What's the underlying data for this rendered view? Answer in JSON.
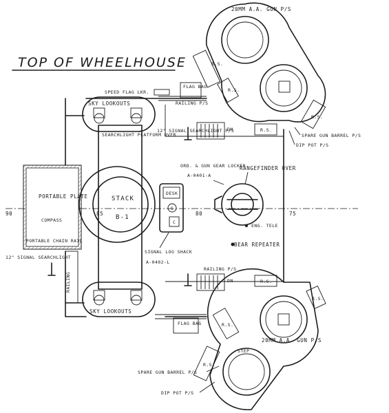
{
  "title": "TOP OF WHEELHOUSE",
  "labels": {
    "gun_top": "20MM A.A. GUN P/S",
    "gun_bottom": "20MM A.A. GUN P/S",
    "speed_flag": "SPEED FLAG LKR.",
    "flag_bag_top": "FLAG BAG",
    "flag_bag_bottom": "FLAG BAG",
    "railing_top": "RAILING P/S",
    "railing_mid": "RAILING P/S",
    "railing_left": "RAILING",
    "sky_lookouts_top": "SKY LOOKOUTS",
    "sky_lookouts_bottom": "SKY LOOKOUTS",
    "signal_searchlight_top": "12\" SIGNAL SEARCHLIGHT P/S",
    "searchlight_platform": "SEARCHLIGHT PLATFORM OVER",
    "signal_searchlight_left": "12\" SIGNAL SEARCHLIGHT",
    "portable_plate": "PORTABLE PLATE",
    "compass": "COMPASS",
    "portable_chain_rail": "PORTABLE CHAIN RAIL",
    "stack": "STACK",
    "stack_id": "B-1",
    "desk": "DESK",
    "s_mark": "S",
    "c_mark": "C",
    "signal_log_shack": "SIGNAL LOG SHACK",
    "signal_log_shack_id": "A-0402-L",
    "ord_gun_gear_locker": "ORD. & GUN GEAR LOCKER",
    "ord_locker_id": "A-0401-A",
    "rangefinder": "RANGEFINDER OVER",
    "eng_tele": "ENG. TELE",
    "bear_repeater": "BEAR REPEATER",
    "spare_barrel_right": "SPARE GUN BARREL P/S",
    "dip_pot_right": "DIP POT P/S",
    "spare_barrel_bottom": "SPARE GUN BARREL P/S",
    "dip_pot_bottom": "DIP POT P/S",
    "step": "STEP",
    "rs": "R.S.",
    "frame_90": "90",
    "frame_85": "85",
    "frame_80": "80",
    "frame_75": "75",
    "dn": "DN"
  }
}
